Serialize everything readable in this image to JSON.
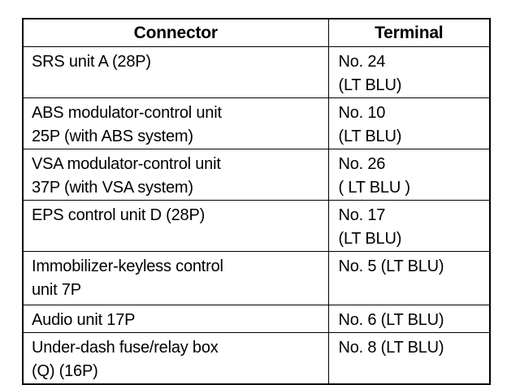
{
  "table": {
    "columns": [
      {
        "key": "connector",
        "label": "Connector",
        "align": "center"
      },
      {
        "key": "terminal",
        "label": "Terminal",
        "align": "center"
      }
    ],
    "rows": [
      {
        "connector": "SRS unit A (28P)",
        "terminal": "No. 24\n(LT BLU)"
      },
      {
        "connector": "ABS modulator-control unit\n25P (with ABS system)",
        "terminal": "No. 10\n(LT BLU)"
      },
      {
        "connector": "VSA modulator-control unit\n37P (with VSA system)",
        "terminal": "No. 26\n( LT BLU )"
      },
      {
        "connector": "EPS control unit D (28P)",
        "terminal": "No. 17\n(LT BLU)"
      },
      {
        "connector": "Immobilizer-keyless control\nunit 7P",
        "terminal": "No. 5 (LT BLU)"
      },
      {
        "connector": "Audio unit 17P",
        "terminal": "No. 6 (LT BLU)"
      },
      {
        "connector": "Under-dash fuse/relay box\n(Q) (16P)",
        "terminal": "No. 8 (LT BLU)"
      }
    ]
  },
  "colors": {
    "page_background": "#ffffff",
    "text": "#000000",
    "border": "#000000"
  }
}
